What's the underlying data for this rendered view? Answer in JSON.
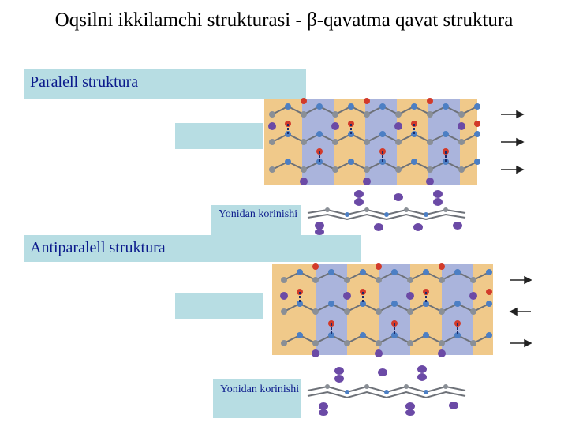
{
  "title": "Oqsilni ikkilamchi strukturasi - β-qavatma qavat struktura",
  "labels": {
    "parallel": "Paralell struktura",
    "antiparallel": "Antiparalell  struktura",
    "side_view_1": "Yonidan korinishi",
    "side_view_2": "Yonidan korinishi"
  },
  "colors": {
    "label_box": "#b7dde3",
    "label_text": "#0b1a8c",
    "strand_orange": "#f0c98a",
    "strand_blue": "#aab4dc",
    "carbon_gray": "#8a8f96",
    "nitrogen_blue": "#4c7fc4",
    "oxygen_red": "#d23a2a",
    "side_chain_purple": "#6b4aa6"
  },
  "arrows": {
    "parallel": [
      "right",
      "right",
      "right"
    ],
    "antiparallel": [
      "right",
      "left",
      "right"
    ]
  }
}
